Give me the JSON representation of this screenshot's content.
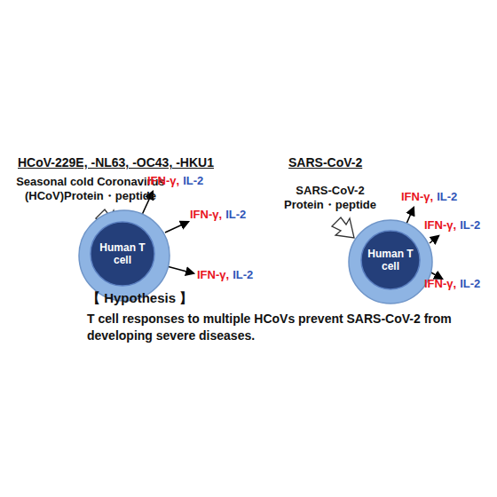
{
  "diagram": {
    "nodes": [
      {
        "text": [
          "Human T cell"
        ]
      },
      {
        "text": [
          "Human T cell"
        ]
      }
    ],
    "labels": [
      "HCoV-229E, -NL63, -OC43, -HKU1",
      "Seasonal cold Coronavirus (HCoV)Protein・peptide",
      "IFN-γ,",
      "IL-2",
      "IFN-γ,",
      "IL-2",
      "IFN-γ,",
      "IL-2",
      "SARS-CoV-2",
      "SARS-CoV-2 Protein・peptide",
      "IFN-γ,",
      "IL-2",
      "IFN-γ,",
      "IL-2",
      "IFN-γ,",
      "IL-2",
      "【 Hypothesis 】",
      "T cell responses to multiple HCoVs prevent SARS-CoV-2 from developing severe diseases."
    ]
  }
}
